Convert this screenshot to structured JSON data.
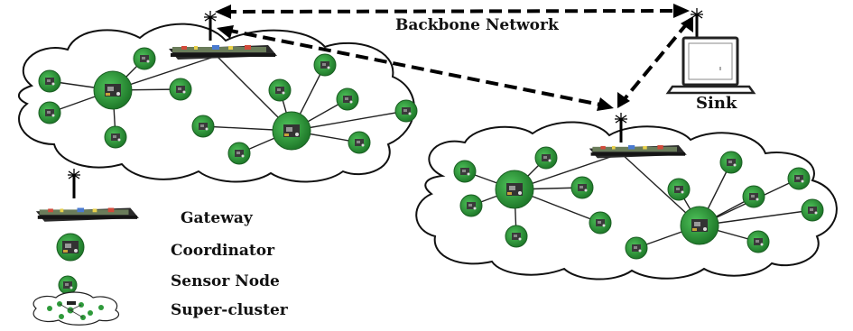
{
  "labels": {
    "backbone": "Backbone Network",
    "sink": "Sink"
  },
  "legend": {
    "gateway": "Gateway",
    "coordinator": "Coordinator",
    "sensor_node": "Sensor Node",
    "super_cluster": "Super-cluster"
  },
  "colors": {
    "node_green": "#2e9a3a",
    "node_dark": "#1f6e27",
    "gateway_body": "#2a2a2a",
    "link": "#000000"
  }
}
